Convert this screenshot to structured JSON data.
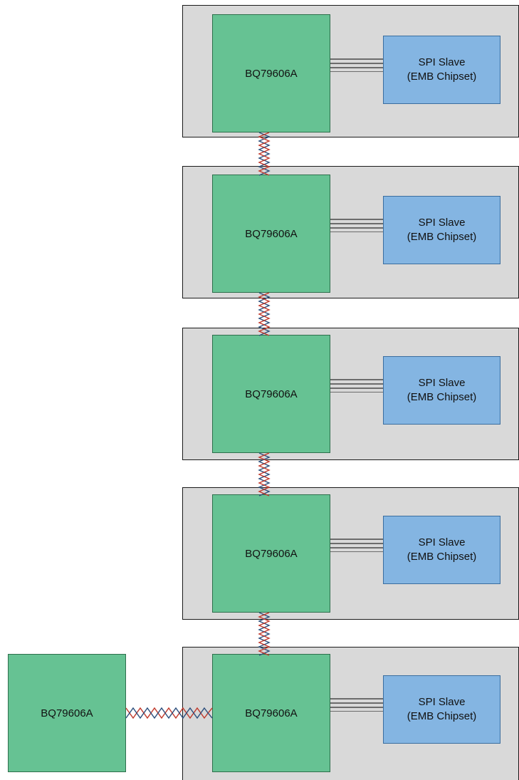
{
  "diagram": {
    "chip_label": "BQ79606A",
    "host_chip_label": "BQ79606A",
    "stack": [
      {
        "device": "BQ79606A",
        "peripheral": {
          "line1": "SPI Slave",
          "line2": "(EMB Chipset)"
        }
      },
      {
        "device": "BQ79606A",
        "peripheral": {
          "line1": "SPI Slave",
          "line2": "(EMB Chipset)"
        }
      },
      {
        "device": "BQ79606A",
        "peripheral": {
          "line1": "SPI Slave",
          "line2": "(EMB Chipset)"
        }
      },
      {
        "device": "BQ79606A",
        "peripheral": {
          "line1": "SPI Slave",
          "line2": "(EMB Chipset)"
        }
      },
      {
        "device": "BQ79606A",
        "peripheral": {
          "line1": "SPI Slave",
          "line2": "(EMB Chipset)"
        }
      }
    ],
    "colors": {
      "board": "#d9d9d9",
      "chip": "#66c293",
      "spi": "#84b5e2",
      "twisted_pair_a": "#c0392b",
      "twisted_pair_b": "#2c4f7c"
    }
  }
}
